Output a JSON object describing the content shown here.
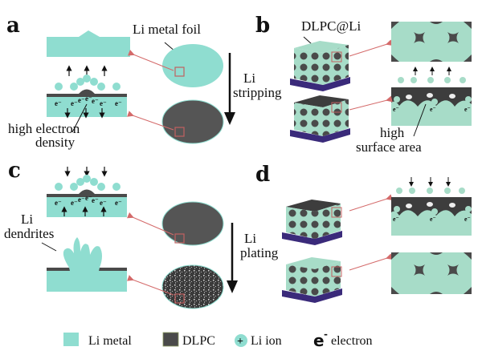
{
  "panels": {
    "a": {
      "letter": "a",
      "foil_label": "Li metal foil",
      "density_label_1": "high electron",
      "density_label_2": "density"
    },
    "b": {
      "letter": "b",
      "dlpc_label": "DLPC@Li",
      "surface_label_1": "high",
      "surface_label_2": "surface area"
    },
    "c": {
      "letter": "c",
      "dendrites_label_1": "Li",
      "dendrites_label_2": "dendrites"
    },
    "d": {
      "letter": "d"
    }
  },
  "process": {
    "stripping_1": "Li",
    "stripping_2": "stripping",
    "plating_1": "Li",
    "plating_2": "plating"
  },
  "electron_symbol": "e⁻",
  "ion_symbol": "+",
  "legend": [
    {
      "label": "Li metal",
      "kind": "li-metal"
    },
    {
      "label": "DLPC",
      "kind": "dlpc"
    },
    {
      "label": "Li ion",
      "kind": "li-ion"
    },
    {
      "label": "electron",
      "kind": "electron",
      "symbol": "e"
    }
  ],
  "colors": {
    "li_metal": "#8fddd0",
    "li_metal_b": "#a7dcc8",
    "dlpc": "#4a4a4a",
    "substrate": "#3a2a7a",
    "pointer": "#d46a6a"
  }
}
